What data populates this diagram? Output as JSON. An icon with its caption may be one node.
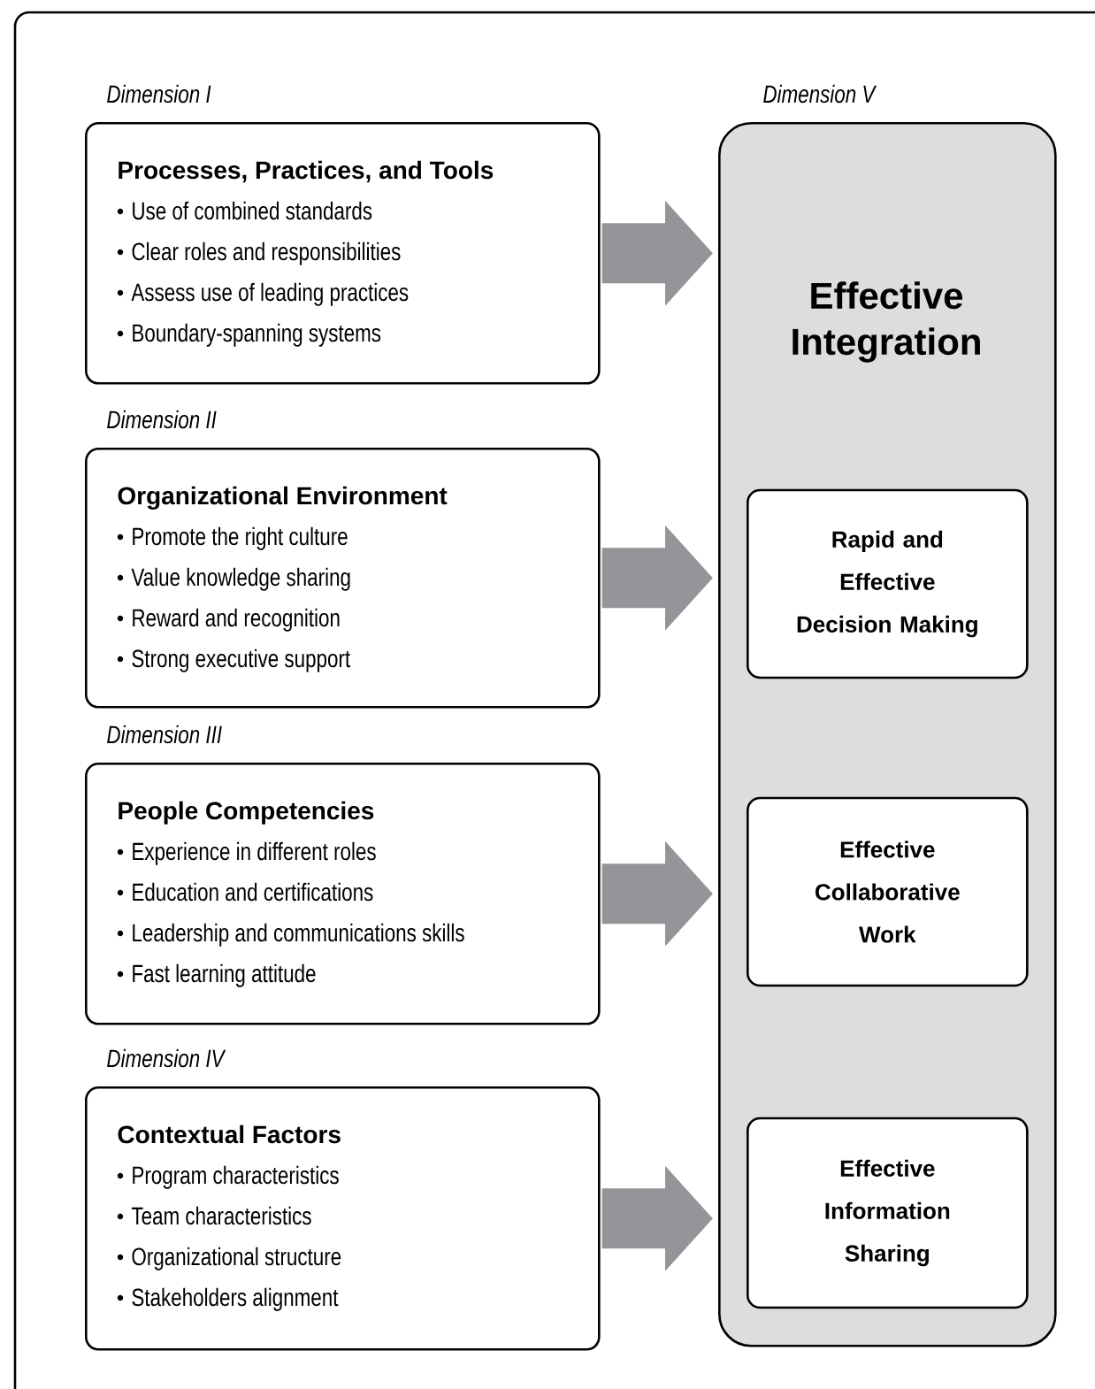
{
  "diagram": {
    "nodes": [
      {
        "text": [
          "Dimension I",
          "Processes, Practices, and Tools",
          "Use of combined standards",
          "Clear roles and responsibilities",
          "Assess use of leading practices",
          "Boundary-spanning systems"
        ]
      },
      {
        "text": [
          "Dimension II",
          "Organizational Environment",
          "Promote the right culture",
          "Value knowledge sharing",
          "Reward and recognition",
          "Strong executive support"
        ]
      },
      {
        "text": [
          "Dimension III",
          "People Competencies",
          "Experience in different roles",
          "Education and certifications",
          "Leadership and communications skills",
          "Fast learning attitude"
        ]
      },
      {
        "text": [
          "Dimension IV",
          "Contextual Factors",
          "Program characteristics",
          "Team characteristics",
          "Organizational structure",
          "Stakeholders alignment"
        ]
      },
      {
        "text": [
          "Dimension V",
          "Effective Integration"
        ]
      },
      {
        "text": [
          "Rapid and Effective Decision Making"
        ],
        "in": 4
      },
      {
        "text": [
          "Effective Collaborative Work"
        ],
        "in": 4
      },
      {
        "text": [
          "Effective Information Sharing"
        ],
        "in": 4
      }
    ],
    "edges": [
      {
        "from": 0,
        "to": 4,
        "arrow": "to"
      },
      {
        "from": 1,
        "to": 4,
        "arrow": "to"
      },
      {
        "from": 2,
        "to": 4,
        "arrow": "to"
      },
      {
        "from": 3,
        "to": 4,
        "arrow": "to"
      }
    ]
  }
}
